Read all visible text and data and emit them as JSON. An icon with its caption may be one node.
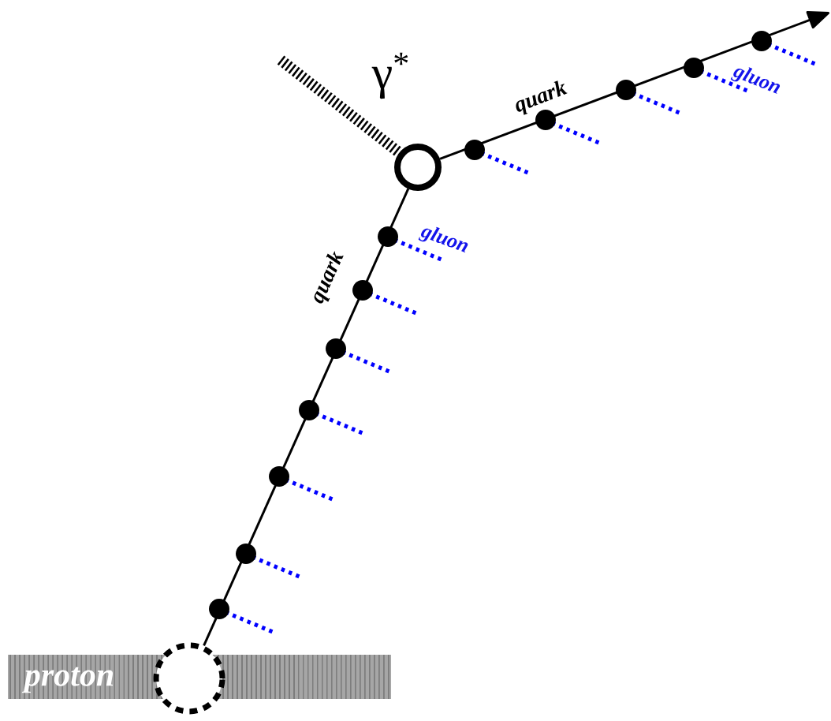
{
  "diagram": {
    "nodes": [
      {
        "text": [
          "proton"
        ]
      },
      {
        "text": [],
        "shape": "circle"
      },
      {
        "text": [],
        "shape": "circle"
      }
    ],
    "edges": [
      {
        "from": 1,
        "to": 2,
        "arrow": "none",
        "label": "quark"
      },
      {
        "from": 2,
        "to": null,
        "arrow": "to",
        "label": "quark"
      },
      {
        "from": null,
        "to": 2,
        "arrow": "none",
        "label": "γ$^{*}$",
        "style": "dashed"
      }
    ],
    "labels": [
      "gluon",
      "gluon"
    ]
  }
}
